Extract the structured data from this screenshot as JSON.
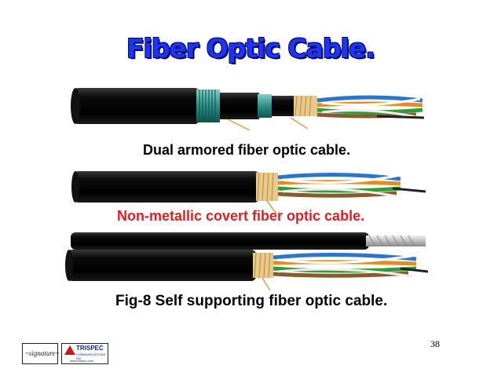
{
  "slide": {
    "title": "Fiber Optic Cable.",
    "page_number": "38"
  },
  "captions": {
    "dual_armored": "Dual armored fiber optic cable.",
    "non_metallic": "Non-metallic covert fiber optic cable.",
    "fig8": "Fig-8 Self supporting fiber optic cable."
  },
  "logos": {
    "brand_name": "TRISPEC",
    "brand_subtitle": "COMMUNICATIONS INC",
    "brand_web": "www.trispec.com"
  },
  "colors": {
    "title_blue": "#1b35ff",
    "caption_red": "#e02020",
    "armor_teal": "#3aa9a0",
    "fiber_yellow": "#e8c98a"
  }
}
